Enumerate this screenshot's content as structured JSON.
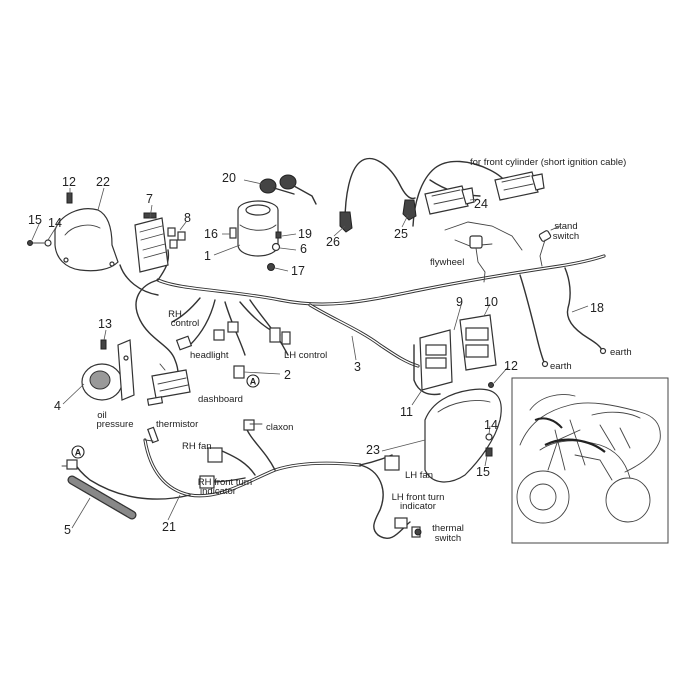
{
  "part_numbers": {
    "n1": "1",
    "n2": "2",
    "n3": "3",
    "n4": "4",
    "n5": "5",
    "n6": "6",
    "n7": "7",
    "n8": "8",
    "n9": "9",
    "n10": "10",
    "n11": "11",
    "n12a": "12",
    "n12b": "12",
    "n13": "13",
    "n14a": "14",
    "n14b": "14",
    "n15a": "15",
    "n15b": "15",
    "n16": "16",
    "n17": "17",
    "n18": "18",
    "n19": "19",
    "n20": "20",
    "n21": "21",
    "n22": "22",
    "n23": "23",
    "n24": "24",
    "n25": "25",
    "n26": "26"
  },
  "labels": {
    "front_cylinder_note": "for front cylinder (short ignition cable)",
    "stand_switch_1": "stand",
    "stand_switch_2": "switch",
    "flywheel": "flywheel",
    "earth_1": "earth",
    "earth_2": "earth",
    "rh_control_1": "RH",
    "rh_control_2": "control",
    "headlight": "headlight",
    "lh_control": "LH control",
    "dashboard": "dashboard",
    "oil_pressure_1": "oil",
    "oil_pressure_2": "pressure",
    "thermistor": "thermistor",
    "claxon": "claxon",
    "rh_fan": "RH fan",
    "rh_front_turn_1": "RH front turn",
    "rh_front_turn_2": "indicator",
    "lh_fan": "LH fan",
    "lh_front_turn_1": "LH front turn",
    "lh_front_turn_2": "indicator",
    "thermal_switch_1": "thermal",
    "thermal_switch_2": "switch",
    "circle_a_1": "A",
    "circle_a_2": "A"
  }
}
